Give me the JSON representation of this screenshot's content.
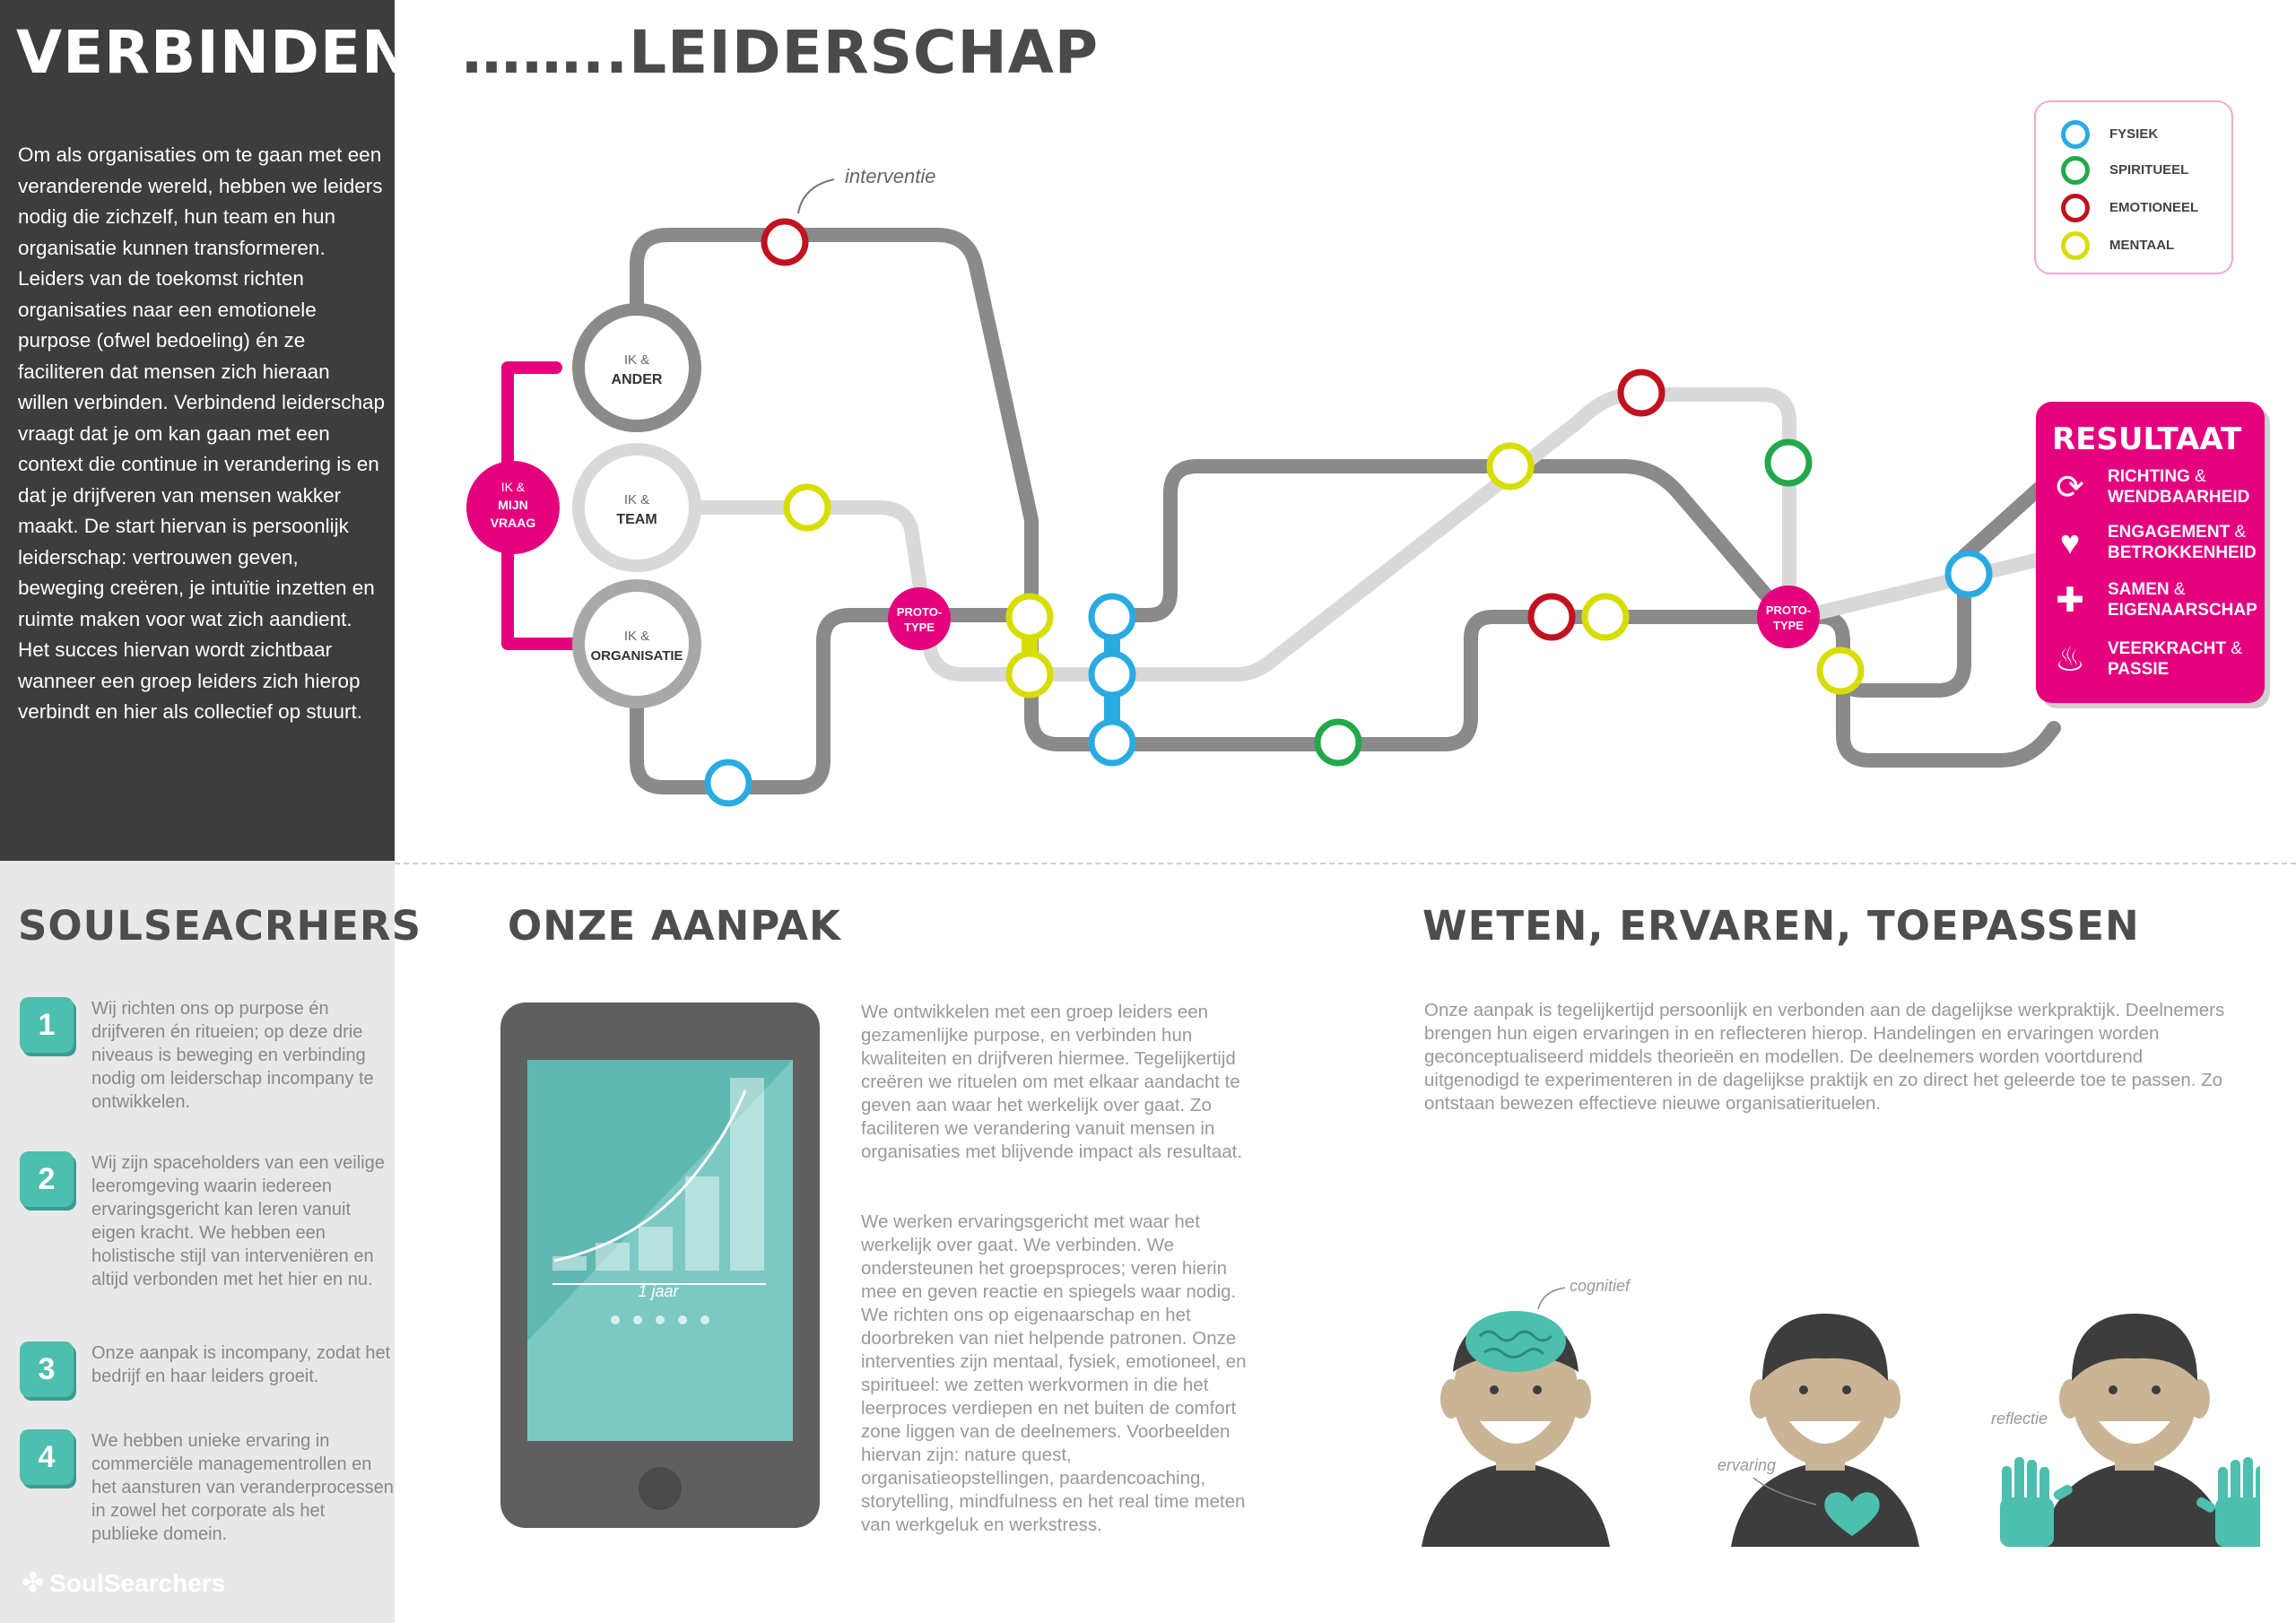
{
  "header": {
    "title_part1": "VERBINDEND",
    "title_part2": "……..LEIDERSCHAP"
  },
  "intro": {
    "text": "Om als organisaties om te gaan met een veranderende wereld, hebben we leiders nodig die zichzelf, hun team en hun organisatie kunnen transformeren. Leiders van de toekomst richten organisaties naar een emotionele purpose (ofwel bedoeling) én ze faciliteren dat mensen zich hieraan willen verbinden. Verbindend leiderschap vraagt dat je om kan gaan met een context die continue in verandering is en dat je drijfveren van mensen wakker maakt. De start hiervan is persoonlijk leiderschap: vertrouwen geven, beweging creëren, je intuïtie inzetten en ruimte maken voor wat zich aandient. Het succes hiervan wordt zichtbaar wanneer een groep leiders zich hierop verbindt en hier als collectief op stuurt."
  },
  "diagram": {
    "intervention_label": "interventie",
    "hub": {
      "l1": "IK &",
      "l2": "MIJN",
      "l3": "VRAAG"
    },
    "nodes": [
      {
        "l1": "IK &",
        "l2": "ANDER"
      },
      {
        "l1": "IK &",
        "l2": "TEAM"
      },
      {
        "l1": "IK &",
        "l2": "ORGANISATIE"
      }
    ],
    "prototype": {
      "l1": "PROTO-",
      "l2": "TYPE"
    },
    "colors": {
      "magenta": "#e5007e",
      "dark_line": "#8a8a8a",
      "light_line": "#d9d9d9"
    }
  },
  "legend": {
    "items": [
      {
        "label": "FYSIEK",
        "color": "#29abe2"
      },
      {
        "label": "SPIRITUEEL",
        "color": "#22a84a"
      },
      {
        "label": "EMOTIONEEL",
        "color": "#c1121f"
      },
      {
        "label": "MENTAAL",
        "color": "#d8dd00"
      }
    ]
  },
  "result": {
    "title": "RESULTAAT",
    "items": [
      {
        "a": "RICHTING",
        "amp": " &",
        "b": "WENDBAARHEID",
        "icon": "cycle-icon"
      },
      {
        "a": "ENGAGEMENT",
        "amp": " &",
        "b": "BETROKKENHEID",
        "icon": "heart-icon"
      },
      {
        "a": "SAMEN",
        "amp": " &",
        "b": "EIGENAARSCHAP",
        "icon": "puzzle-icon"
      },
      {
        "a": "VEERKRACHT",
        "amp": " &",
        "b": "PASSIE",
        "icon": "flame-icon"
      }
    ]
  },
  "soulsearchers": {
    "title": "SOULSEACRHERS",
    "points": [
      {
        "num": "1",
        "text": "Wij richten ons op purpose én drijfveren én ritueien; op deze drie niveaus is beweging en verbinding nodig om leiderschap incompany te ontwikkelen."
      },
      {
        "num": "2",
        "text": "Wij zijn spaceholders van een veilige leeromgeving waarin iedereen ervaringsgericht kan leren vanuit eigen kracht. We hebben een holistische stijl van interveniëren en altijd verbonden met het hier en nu."
      },
      {
        "num": "3",
        "text": "Onze aanpak is incompany, zodat het bedrijf en haar leiders groeit."
      },
      {
        "num": "4",
        "text": "We hebben unieke ervaring in commerciële managementrollen en het aansturen van veranderprocessen in zowel het corporate als het publieke domein."
      }
    ],
    "logo": "SoulSearchers"
  },
  "aanpak": {
    "title": "ONZE AANPAK",
    "phone_label": "1 jaar",
    "p1": "We ontwikkelen met een groep leiders een gezamenlijke purpose, en verbinden hun kwaliteiten en drijfveren hiermee. Tegelijkertijd creëren we rituelen om met elkaar aandacht te geven aan waar het werkelijk over gaat. Zo faciliteren we verandering vanuit mensen in organisaties met blijvende impact als resultaat.",
    "p2": "We werken ervaringsgericht met waar het werkelijk over gaat. We verbinden. We ondersteunen het groepsproces; veren hierin mee en geven reactie en spiegels waar nodig. We richten ons op eigenaarschap en het doorbreken van niet helpende patronen. Onze interventies zijn mentaal, fysiek, emotioneel, en spiritueel: we zetten werkvormen in die het leerproces verdiepen en net buiten de comfort zone liggen van de deelnemers. Voorbeelden hiervan zijn: nature quest, organisatieopstellingen, paardencoaching, storytelling, mindfulness en het real time meten van werkgeluk en werkstress."
  },
  "weten": {
    "title": "WETEN, ERVAREN, TOEPASSEN",
    "text": "Onze aanpak is tegelijkertijd persoonlijk en verbonden aan de dagelijkse werkpraktijk. Deelnemers brengen hun eigen ervaringen in en reflecteren hierop. Handelingen en ervaringen worden geconceptualiseerd middels theorieën en modellen. De deelnemers worden voortdurend uitgenodigd te experimenteren in de dagelijkse praktijk en zo direct het geleerde toe te passen. Zo ontstaan bewezen effectieve nieuwe organisatierituelen.",
    "labels": {
      "cognitief": "cognitief",
      "ervaring": "ervaring",
      "reflectie": "reflectie"
    }
  }
}
